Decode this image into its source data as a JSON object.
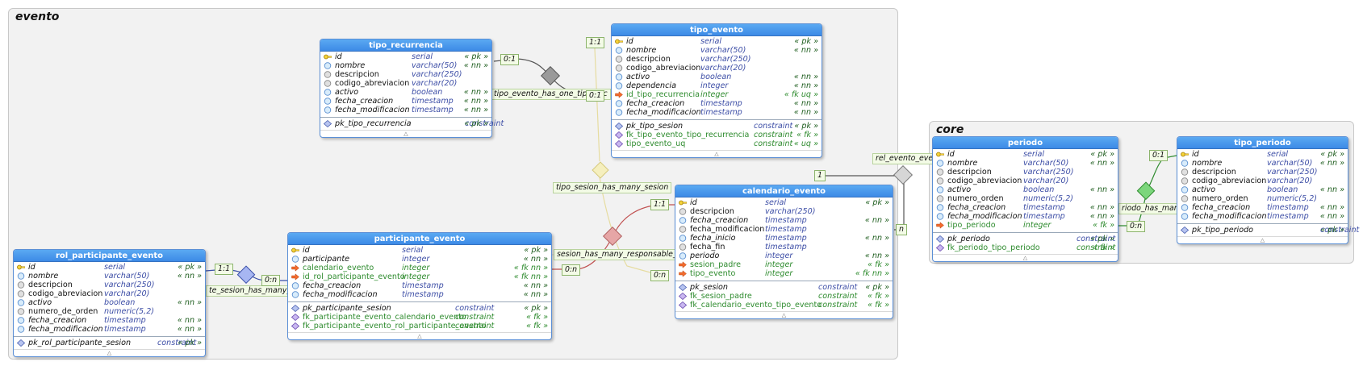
{
  "groups": {
    "evento": "evento",
    "core": "core"
  },
  "tables": {
    "tipo_recurrencia": {
      "name": "tipo_recurrencia",
      "columns": [
        {
          "icon": "key",
          "name": "id",
          "type": "serial",
          "flags": "« pk »"
        },
        {
          "icon": "nn",
          "name": "nombre",
          "type": "varchar(50)",
          "flags": "« nn »"
        },
        {
          "icon": "col",
          "name": "descripcion",
          "type": "varchar(250)",
          "flags": ""
        },
        {
          "icon": "col",
          "name": "codigo_abreviacion",
          "type": "varchar(20)",
          "flags": ""
        },
        {
          "icon": "nn",
          "name": "activo",
          "type": "boolean",
          "flags": "« nn »"
        },
        {
          "icon": "nn",
          "name": "fecha_creacion",
          "type": "timestamp",
          "flags": "« nn »"
        },
        {
          "icon": "nn",
          "name": "fecha_modificacion",
          "type": "timestamp",
          "flags": "« nn »"
        }
      ],
      "constraints": [
        {
          "icon": "pk",
          "name": "pk_tipo_recurrencia",
          "type": "constraint",
          "flags": "« pk »"
        }
      ]
    },
    "tipo_evento": {
      "name": "tipo_evento",
      "columns": [
        {
          "icon": "key",
          "name": "id",
          "type": "serial",
          "flags": "« pk »"
        },
        {
          "icon": "nn",
          "name": "nombre",
          "type": "varchar(50)",
          "flags": "« nn »"
        },
        {
          "icon": "col",
          "name": "descripcion",
          "type": "varchar(250)",
          "flags": ""
        },
        {
          "icon": "col",
          "name": "codigo_abreviacion",
          "type": "varchar(20)",
          "flags": ""
        },
        {
          "icon": "nn",
          "name": "activo",
          "type": "boolean",
          "flags": "« nn »"
        },
        {
          "icon": "nn",
          "name": "dependencia",
          "type": "integer",
          "flags": "« nn »"
        },
        {
          "icon": "fk",
          "name": "id_tipo_recurrencia",
          "type": "integer",
          "flags": "« fk uq »"
        },
        {
          "icon": "nn",
          "name": "fecha_creacion",
          "type": "timestamp",
          "flags": "« nn »"
        },
        {
          "icon": "nn",
          "name": "fecha_modificacion",
          "type": "timestamp",
          "flags": "« nn »"
        }
      ],
      "constraints": [
        {
          "icon": "pk",
          "name": "pk_tipo_sesion",
          "type": "constraint",
          "flags": "« pk »"
        },
        {
          "icon": "fkc",
          "name": "fk_tipo_evento_tipo_recurrencia",
          "type": "constraint",
          "flags": "« fk »"
        },
        {
          "icon": "fkc",
          "name": "tipo_evento_uq",
          "type": "constraint",
          "flags": "« uq »"
        }
      ]
    },
    "calendario_evento": {
      "name": "calendario_evento",
      "columns": [
        {
          "icon": "key",
          "name": "id",
          "type": "serial",
          "flags": "« pk »"
        },
        {
          "icon": "col",
          "name": "descripcion",
          "type": "varchar(250)",
          "flags": ""
        },
        {
          "icon": "nn",
          "name": "fecha_creacion",
          "type": "timestamp",
          "flags": "« nn »"
        },
        {
          "icon": "col",
          "name": "fecha_modificacion",
          "type": "timestamp",
          "flags": ""
        },
        {
          "icon": "nn",
          "name": "fecha_inicio",
          "type": "timestamp",
          "flags": "« nn »"
        },
        {
          "icon": "col",
          "name": "fecha_fin",
          "type": "timestamp",
          "flags": ""
        },
        {
          "icon": "nn",
          "name": "periodo",
          "type": "integer",
          "flags": "« nn »"
        },
        {
          "icon": "fk",
          "name": "sesion_padre",
          "type": "integer",
          "flags": "« fk »"
        },
        {
          "icon": "fk",
          "name": "tipo_evento",
          "type": "integer",
          "flags": "« fk nn »"
        }
      ],
      "constraints": [
        {
          "icon": "pk",
          "name": "pk_sesion",
          "type": "constraint",
          "flags": "« pk »"
        },
        {
          "icon": "fkc",
          "name": "fk_sesion_padre",
          "type": "constraint",
          "flags": "« fk »"
        },
        {
          "icon": "fkc",
          "name": "fk_calendario_evento_tipo_evento",
          "type": "constraint",
          "flags": "« fk »"
        }
      ]
    },
    "participante_evento": {
      "name": "participante_evento",
      "columns": [
        {
          "icon": "key",
          "name": "id",
          "type": "serial",
          "flags": "« pk »"
        },
        {
          "icon": "nn",
          "name": "participante",
          "type": "integer",
          "flags": "« nn »"
        },
        {
          "icon": "fk",
          "name": "calendario_evento",
          "type": "integer",
          "flags": "« fk nn »"
        },
        {
          "icon": "fk",
          "name": "id_rol_participante_evento",
          "type": "integer",
          "flags": "« fk nn »"
        },
        {
          "icon": "nn",
          "name": "fecha_creacion",
          "type": "timestamp",
          "flags": "« nn »"
        },
        {
          "icon": "nn",
          "name": "fecha_modificacion",
          "type": "timestamp",
          "flags": "« nn »"
        }
      ],
      "constraints": [
        {
          "icon": "pk",
          "name": "pk_participante_sesion",
          "type": "constraint",
          "flags": "« pk »"
        },
        {
          "icon": "fkc",
          "name": "fk_participante_evento_calendario_evento",
          "type": "constraint",
          "flags": "« fk »"
        },
        {
          "icon": "fkc",
          "name": "fk_participante_evento_rol_participante_evento",
          "type": "constraint",
          "flags": "« fk »"
        }
      ]
    },
    "rol_participante_evento": {
      "name": "rol_participante_evento",
      "columns": [
        {
          "icon": "key",
          "name": "id",
          "type": "serial",
          "flags": "« pk »"
        },
        {
          "icon": "nn",
          "name": "nombre",
          "type": "varchar(50)",
          "flags": "« nn »"
        },
        {
          "icon": "col",
          "name": "descripcion",
          "type": "varchar(250)",
          "flags": ""
        },
        {
          "icon": "col",
          "name": "codigo_abreviacion",
          "type": "varchar(20)",
          "flags": ""
        },
        {
          "icon": "nn",
          "name": "activo",
          "type": "boolean",
          "flags": "« nn »"
        },
        {
          "icon": "col",
          "name": "numero_de_orden",
          "type": "numeric(5,2)",
          "flags": ""
        },
        {
          "icon": "nn",
          "name": "fecha_creacion",
          "type": "timestamp",
          "flags": "« nn »"
        },
        {
          "icon": "nn",
          "name": "fecha_modificacion",
          "type": "timestamp",
          "flags": "« nn »"
        }
      ],
      "constraints": [
        {
          "icon": "pk",
          "name": "pk_rol_participante_sesion",
          "type": "constraint",
          "flags": "« pk »"
        }
      ]
    },
    "periodo": {
      "name": "periodo",
      "columns": [
        {
          "icon": "key",
          "name": "id",
          "type": "serial",
          "flags": "« pk »"
        },
        {
          "icon": "nn",
          "name": "nombre",
          "type": "varchar(50)",
          "flags": "« nn »"
        },
        {
          "icon": "col",
          "name": "descripcion",
          "type": "varchar(250)",
          "flags": ""
        },
        {
          "icon": "col",
          "name": "codigo_abreviacion",
          "type": "varchar(20)",
          "flags": ""
        },
        {
          "icon": "nn",
          "name": "activo",
          "type": "boolean",
          "flags": "« nn »"
        },
        {
          "icon": "col",
          "name": "numero_orden",
          "type": "numeric(5,2)",
          "flags": ""
        },
        {
          "icon": "nn",
          "name": "fecha_creacion",
          "type": "timestamp",
          "flags": "« nn »"
        },
        {
          "icon": "nn",
          "name": "fecha_modificacion",
          "type": "timestamp",
          "flags": "« nn »"
        },
        {
          "icon": "fk",
          "name": "tipo_periodo",
          "type": "integer",
          "flags": "« fk »"
        }
      ],
      "constraints": [
        {
          "icon": "pk",
          "name": "pk_periodo",
          "type": "constraint",
          "flags": "« pk »"
        },
        {
          "icon": "fkc",
          "name": "fk_periodo_tipo_periodo",
          "type": "constraint",
          "flags": "« fk »"
        }
      ]
    },
    "tipo_periodo": {
      "name": "tipo_periodo",
      "columns": [
        {
          "icon": "key",
          "name": "id",
          "type": "serial",
          "flags": "« pk »"
        },
        {
          "icon": "nn",
          "name": "nombre",
          "type": "varchar(50)",
          "flags": "« nn »"
        },
        {
          "icon": "col",
          "name": "descripcion",
          "type": "varchar(250)",
          "flags": ""
        },
        {
          "icon": "col",
          "name": "codigo_abreviacion",
          "type": "varchar(20)",
          "flags": ""
        },
        {
          "icon": "nn",
          "name": "activo",
          "type": "boolean",
          "flags": "« nn »"
        },
        {
          "icon": "col",
          "name": "numero_orden",
          "type": "numeric(5,2)",
          "flags": ""
        },
        {
          "icon": "nn",
          "name": "fecha_creacion",
          "type": "timestamp",
          "flags": "« nn »"
        },
        {
          "icon": "nn",
          "name": "fecha_modificacion",
          "type": "timestamp",
          "flags": "« nn »"
        }
      ],
      "constraints": [
        {
          "icon": "pk",
          "name": "pk_tipo_periodo",
          "type": "constraint",
          "flags": "« pk »"
        }
      ]
    }
  },
  "relationships": {
    "tipo_evento_has_one_tipo_rec": "tipo_evento_has_one_tipo_rec",
    "tipo_sesion_has_many_sesion": "tipo_sesion_has_many_sesion",
    "sesion_has_many_responsable_sesion": "sesion_has_many_responsable_sesion",
    "rol_participante_rel": "te_sesion_has_many_parti",
    "rel_evento_evento": "rel_evento_evento",
    "periodo_has_many": "riodo_has_many_"
  },
  "cardinalities": {
    "tr_left": "0:1",
    "tr_right": "0:1",
    "te_top": "1:1",
    "ce_left": "1:1",
    "pe_right": "0:n",
    "ce_bottom": "0:n",
    "rpe_right": "1:1",
    "pe_left": "0:n",
    "self_one": "1",
    "self_n": "n",
    "tp_left": "0:1",
    "per_right": "0:n"
  },
  "colors": {
    "header": "#3d8ae6",
    "accent_green": "#2e8b2e",
    "type_blue": "#3d4ea6",
    "rel_gray": "#9a9a9a",
    "rel_red": "#d9a0a0",
    "rel_blue": "#a7b6f2",
    "rel_green": "#7cd67c"
  }
}
